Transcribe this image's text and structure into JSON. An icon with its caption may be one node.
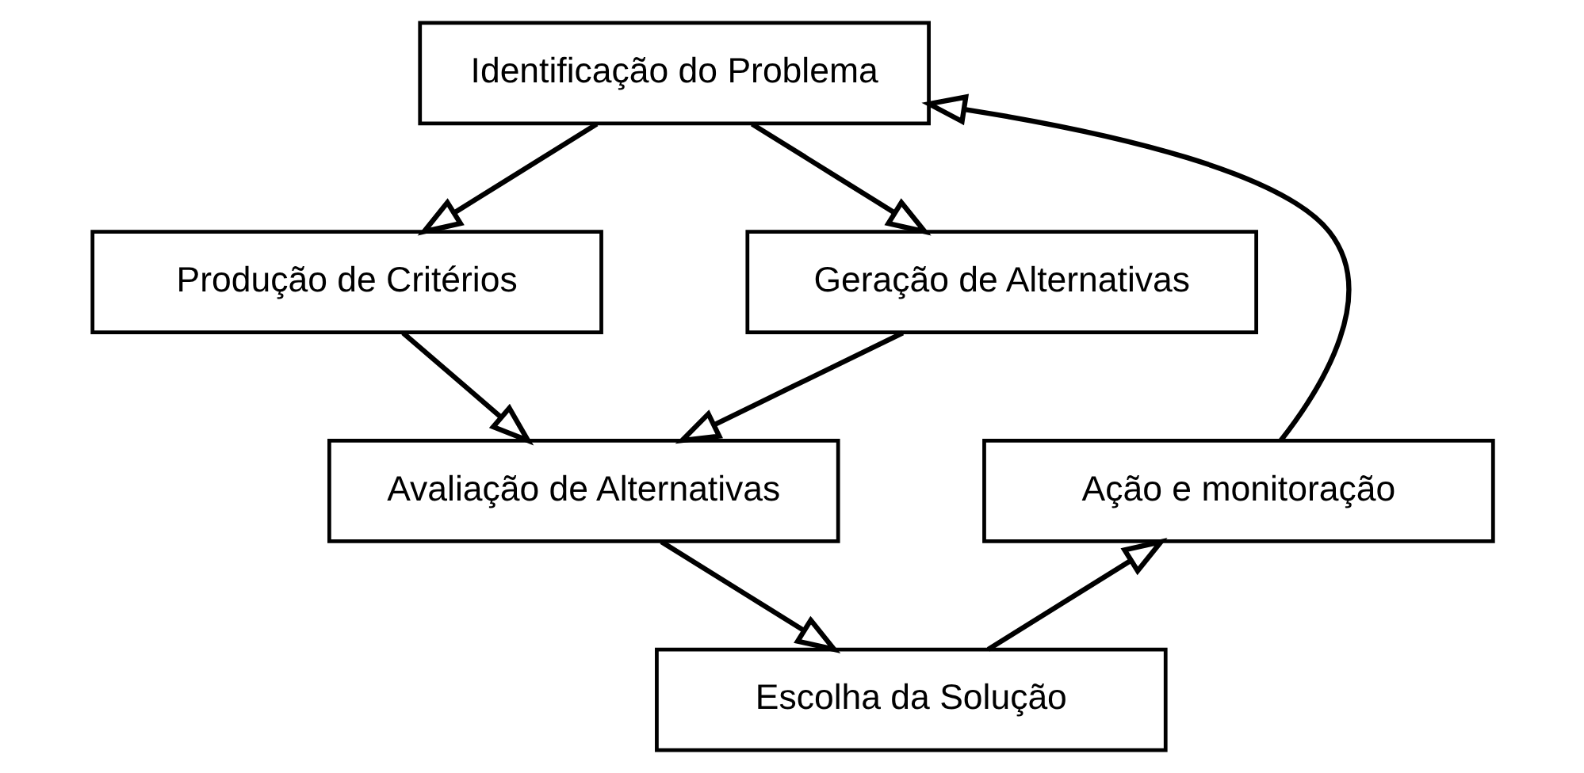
{
  "diagram": {
    "nodes": [
      {
        "text": [
          "Identificação do Problema"
        ]
      },
      {
        "text": [
          "Produção de Critérios"
        ]
      },
      {
        "text": [
          "Geração de Alternativas"
        ]
      },
      {
        "text": [
          "Avaliação de Alternativas"
        ]
      },
      {
        "text": [
          "Ação e monitoração"
        ]
      },
      {
        "text": [
          "Escolha da Solução"
        ]
      }
    ],
    "edges": [
      {
        "from": 0,
        "to": 1,
        "arrow": "to"
      },
      {
        "from": 0,
        "to": 2,
        "arrow": "to"
      },
      {
        "from": 1,
        "to": 3,
        "arrow": "to"
      },
      {
        "from": 2,
        "to": 3,
        "arrow": "to"
      },
      {
        "from": 3,
        "to": 5,
        "arrow": "to"
      },
      {
        "from": 5,
        "to": 4,
        "arrow": "to"
      },
      {
        "from": 4,
        "to": 0,
        "arrow": "to"
      }
    ]
  }
}
